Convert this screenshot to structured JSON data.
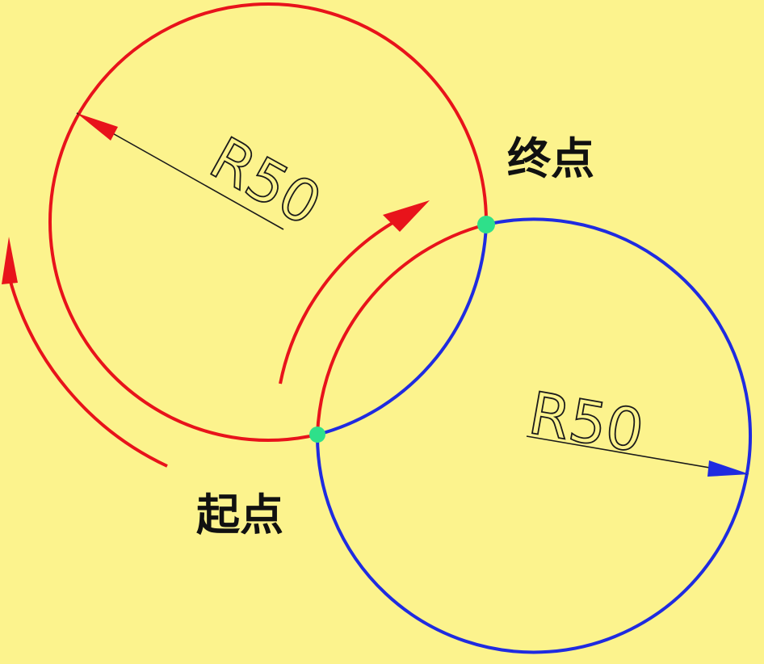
{
  "colors": {
    "background": "#fcf38d",
    "red_arc": "#e8131b",
    "blue_arc": "#1f2be0",
    "point": "#2ee08a",
    "dimension": "#1a1a1a",
    "text": "#111111"
  },
  "dimensions": {
    "red_radius_label": "R50",
    "blue_radius_label": "R50"
  },
  "points": {
    "start_label": "起点",
    "end_label": "终点"
  }
}
